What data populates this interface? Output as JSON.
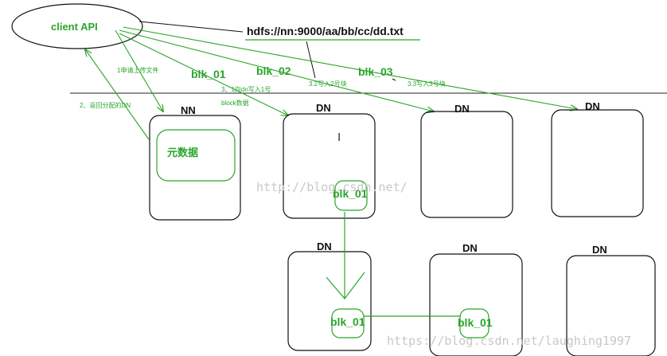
{
  "client": {
    "label": "client API"
  },
  "path": {
    "label": "hdfs://nn:9000/aa/bb/cc/dd.txt"
  },
  "blocks": {
    "b1": "blk_01",
    "b2": "blk_02",
    "b3": "blk_03"
  },
  "steps": {
    "s1": "1申请上传文件",
    "s2": "2、返回分配的DN",
    "s3a": "3、1向dn写入1号",
    "s3b": "block数据",
    "s32": "3.2写入2号块",
    "s33": "3.3写入3号块"
  },
  "namenode": {
    "label": "NN",
    "meta": "元数据"
  },
  "datanodes": {
    "label": "DN"
  },
  "replicas": {
    "r1": "blk_01",
    "r2": "blk_01",
    "r3": "blk_01"
  },
  "watermarks": {
    "center": "http://blog.csdn.net/",
    "bottom": "https://blog.csdn.net/laughing1997"
  },
  "colors": {
    "annotation": "#2aa52a",
    "ink": "#111111",
    "watermark": "#c8c8c8"
  }
}
